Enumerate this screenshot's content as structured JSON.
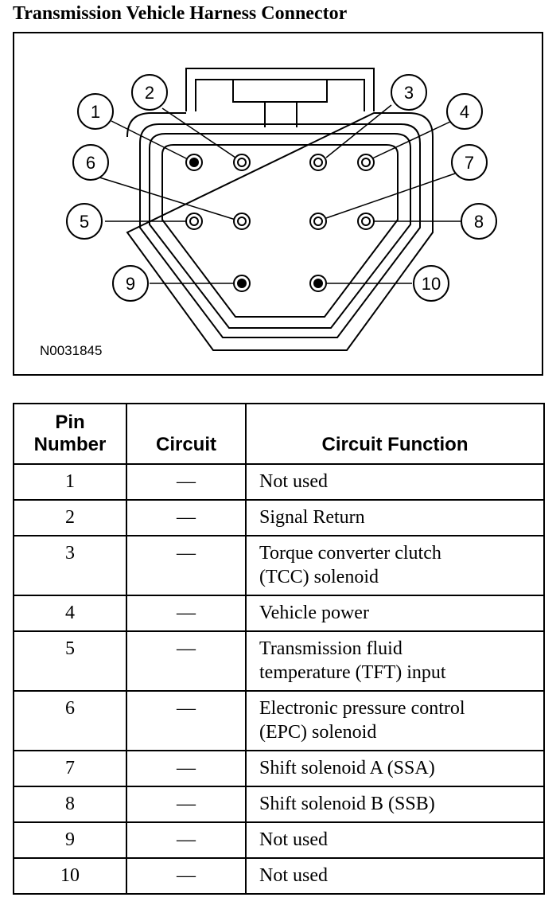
{
  "title": "Transmission Vehicle Harness Connector",
  "figure_id": "N0031845",
  "pin_callouts": [
    "1",
    "2",
    "3",
    "4",
    "5",
    "6",
    "7",
    "8",
    "9",
    "10"
  ],
  "table": {
    "headers": {
      "pin": [
        "Pin",
        "Number"
      ],
      "circuit": "Circuit",
      "function": "Circuit Function"
    },
    "rows": [
      {
        "pin": "1",
        "circuit": "—",
        "function": [
          "Not used"
        ]
      },
      {
        "pin": "2",
        "circuit": "—",
        "function": [
          "Signal Return"
        ]
      },
      {
        "pin": "3",
        "circuit": "—",
        "function": [
          "Torque converter clutch",
          "(TCC) solenoid"
        ]
      },
      {
        "pin": "4",
        "circuit": "—",
        "function": [
          "Vehicle power"
        ]
      },
      {
        "pin": "5",
        "circuit": "—",
        "function": [
          "Transmission fluid",
          "temperature (TFT) input"
        ]
      },
      {
        "pin": "6",
        "circuit": "—",
        "function": [
          "Electronic pressure control",
          "(EPC) solenoid"
        ]
      },
      {
        "pin": "7",
        "circuit": "—",
        "function": [
          "Shift solenoid A (SSA)"
        ]
      },
      {
        "pin": "8",
        "circuit": "—",
        "function": [
          "Shift solenoid B (SSB)"
        ]
      },
      {
        "pin": "9",
        "circuit": "—",
        "function": [
          "Not used"
        ]
      },
      {
        "pin": "10",
        "circuit": "—",
        "function": [
          "Not used"
        ]
      }
    ]
  }
}
